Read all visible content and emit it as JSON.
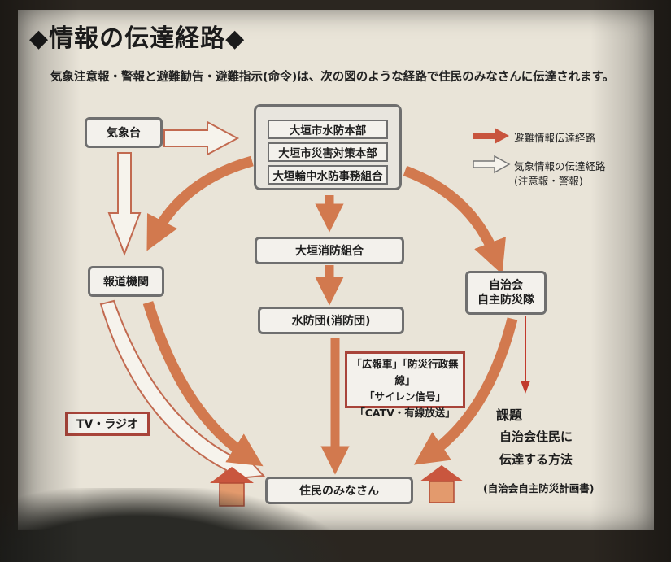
{
  "title": "◆情報の伝達経路◆",
  "subtitle": "気象注意報・警報と避難勧告・避難指示(命令)は、次の図のような経路で住民のみなさんに伝達されます。",
  "nodes": {
    "kishodai": "気象台",
    "hq": [
      "大垣市水防本部",
      "大垣市災害対策本部",
      "大垣輪中水防事務組合"
    ],
    "shobo_kumiai": "大垣消防組合",
    "suibodan": "水防団(消防団)",
    "hodo": "報道機関",
    "jichikai": [
      "自治会",
      "自主防災隊"
    ],
    "tv_radio": "TV・ラジオ",
    "residents": "住民のみなさん"
  },
  "channels": [
    "「広報車」「防災行政無線」",
    "「サイレン信号」",
    "「CATV・有線放送」"
  ],
  "legend": {
    "evac": "避難情報伝達経路",
    "weather": "気象情報の伝達経路",
    "weather_note": "(注意報・警報)"
  },
  "issue": {
    "label": "課題",
    "lines": [
      "自治会住民に",
      "伝達する方法"
    ],
    "source": "(自治会自主防災計画書)"
  },
  "colors": {
    "evac_arrow": "#d2794e",
    "outline": "#6f6f6f",
    "red": "#c23a2c",
    "background": "#e9e4d8"
  }
}
